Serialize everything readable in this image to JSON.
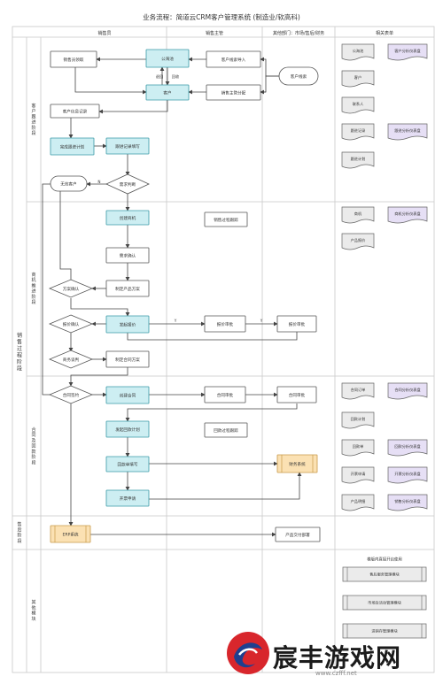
{
  "title": "业务流程：简道云CRM客户管理系统 (制造业/软高科)",
  "lanes": {
    "col_sales": "销售员",
    "col_manager": "销售主管",
    "col_other": "其他部门：市场/售后/财务",
    "col_forms": "相关表单"
  },
  "big_stage": "销售过程阶段",
  "stages": {
    "customer": "客户跟进阶段",
    "opportunity": "商机推进阶段",
    "contract": "合同及回款阶段",
    "aftersale": "售后阶段",
    "other": "其他模块"
  },
  "nodes": {
    "sales_recv": "销售员领取",
    "public_pool": "公海池",
    "import": "客户线索导入",
    "customer": "客户",
    "assign": "销售主管分配",
    "source": "客户线索",
    "return": "退回",
    "recycle": "回收",
    "info_record": "客户信息记录",
    "plan": "完成跟进计划",
    "follow_fill": "跟进记录填写",
    "need_judge": "需求判断",
    "invalid": "无效客户",
    "n_label": "N",
    "create_opp": "创建商机",
    "opp_track": "销售过程跟踪",
    "confirm_need": "需求确认",
    "make_plan": "制定产品方案",
    "plan_confirm": "方案确认",
    "send_quote": "发起报价",
    "quote_approve": "报价审批",
    "quote_approve2": "报价审批",
    "quote_confirm": "报价确认",
    "biz_nego": "商务谈判",
    "make_contract": "制定合同方案",
    "contract_sign": "合同签约",
    "create_contract": "创建合同",
    "contract_approve": "合同审批",
    "contract_approve2": "合同审批",
    "pay_plan": "发起回款计划",
    "pay_track": "回款过程跟踪",
    "pay_fill": "回款单填写",
    "finance_sys": "财务系统",
    "invoice": "开票申请",
    "erp": "ERP系统",
    "delivery": "产品交付部署",
    "y_label": "Y"
  },
  "forms": {
    "f1": "公海池",
    "f2": "客户分析仪表盘",
    "f3": "客户",
    "f4": "联系人",
    "f5": "跟进记录",
    "f6": "跟进分析仪表盘",
    "f7": "跟进计划",
    "f8": "商机",
    "f9": "商机分析仪表盘",
    "f10": "产品报价",
    "f11": "合同订单",
    "f12": "合同分析仪表盘",
    "f13": "回款计划",
    "f14": "回款单",
    "f15": "回款分析仪表盘",
    "f16": "开票申请",
    "f17": "开票分析仪表盘",
    "f18": "产品明细",
    "f19": "销售分析仪表盘",
    "m_title": "模版内直接开启使用",
    "m1": "售后服务管理模块",
    "m2": "市场及活动管理模块",
    "m3": "进销存管理模块"
  },
  "watermark": {
    "text": "宸丰游戏网",
    "url": "www.czfff.net"
  },
  "colors": {
    "cyan": "#cdeef2",
    "cyan_border": "#3a9aa6",
    "purple": "#e6dff5",
    "orange": "#fbe1b3",
    "grey": "#ebebeb",
    "line": "#444444",
    "grid": "#c8c8c8"
  }
}
